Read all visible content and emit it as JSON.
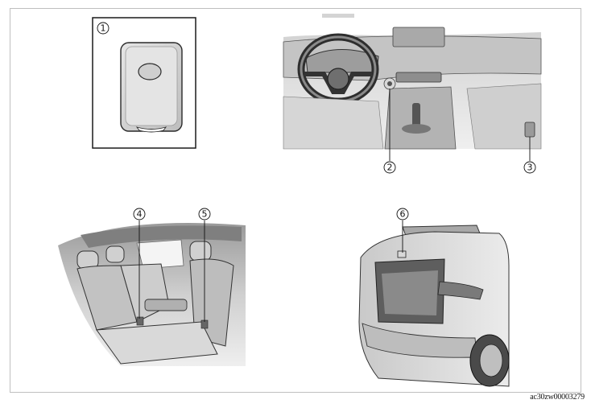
{
  "figure": {
    "callouts": [
      "1",
      "2",
      "3",
      "4",
      "5",
      "6"
    ],
    "image_code": "ac30zw00003279",
    "colors": {
      "line": "#2a2a2a",
      "shade_light": "#d9d9d9",
      "shade_mid": "#b8b8b8",
      "shade_dark": "#8c8c8c",
      "frame": "#bfbfbf"
    }
  }
}
